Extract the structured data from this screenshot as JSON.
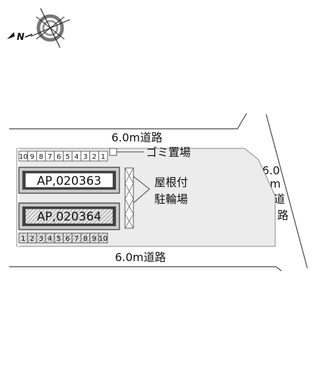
{
  "compass": {
    "north_label": "N"
  },
  "roads": {
    "top": "6.0m道路",
    "bottom": "6.0m道路",
    "right_lines": [
      "6.0",
      "m",
      "道",
      "路"
    ]
  },
  "garbage_label": "ゴミ置場",
  "bike_parking_lines": [
    "屋根付",
    "駐輪場"
  ],
  "lots": {
    "top_row": [
      "10",
      "9",
      "8",
      "7",
      "6",
      "5",
      "4",
      "3",
      "2",
      "1"
    ],
    "bottom_row": [
      "1",
      "2",
      "3",
      "4",
      "5",
      "6",
      "7",
      "8",
      "9",
      "10"
    ]
  },
  "buildings": [
    {
      "label": "AP,020363",
      "hatched": false
    },
    {
      "label": "AP,020364",
      "hatched": true
    }
  ]
}
